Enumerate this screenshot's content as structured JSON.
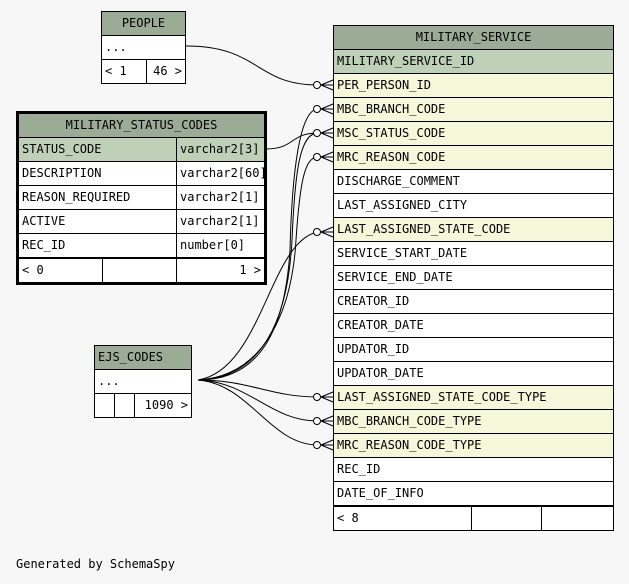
{
  "people": {
    "title": "PEOPLE",
    "ellipsis": "...",
    "parents": "< 1",
    "children": "46 >"
  },
  "status_codes": {
    "title": "MILITARY_STATUS_CODES",
    "columns": [
      {
        "name": "STATUS_CODE",
        "type": "varchar2[3]"
      },
      {
        "name": "DESCRIPTION",
        "type": "varchar2[60]"
      },
      {
        "name": "REASON_REQUIRED",
        "type": "varchar2[1]"
      },
      {
        "name": "ACTIVE",
        "type": "varchar2[1]"
      },
      {
        "name": "REC_ID",
        "type": "number[0]"
      }
    ],
    "parents": "< 0",
    "children": "1 >"
  },
  "ejs": {
    "title": "EJS_CODES",
    "ellipsis": "...",
    "children": "1090 >"
  },
  "military_service": {
    "title": "MILITARY_SERVICE",
    "columns": [
      "MILITARY_SERVICE_ID",
      "PER_PERSON_ID",
      "MBC_BRANCH_CODE",
      "MSC_STATUS_CODE",
      "MRC_REASON_CODE",
      "DISCHARGE_COMMENT",
      "LAST_ASSIGNED_CITY",
      "LAST_ASSIGNED_STATE_CODE",
      "SERVICE_START_DATE",
      "SERVICE_END_DATE",
      "CREATOR_ID",
      "CREATOR_DATE",
      "UPDATOR_ID",
      "UPDATOR_DATE",
      "LAST_ASSIGNED_STATE_CODE_TYPE",
      "MBC_BRANCH_CODE_TYPE",
      "MRC_REASON_CODE_TYPE",
      "REC_ID",
      "DATE_OF_INFO"
    ],
    "parents": "< 8"
  },
  "footer": "Generated by SchemaSpy"
}
